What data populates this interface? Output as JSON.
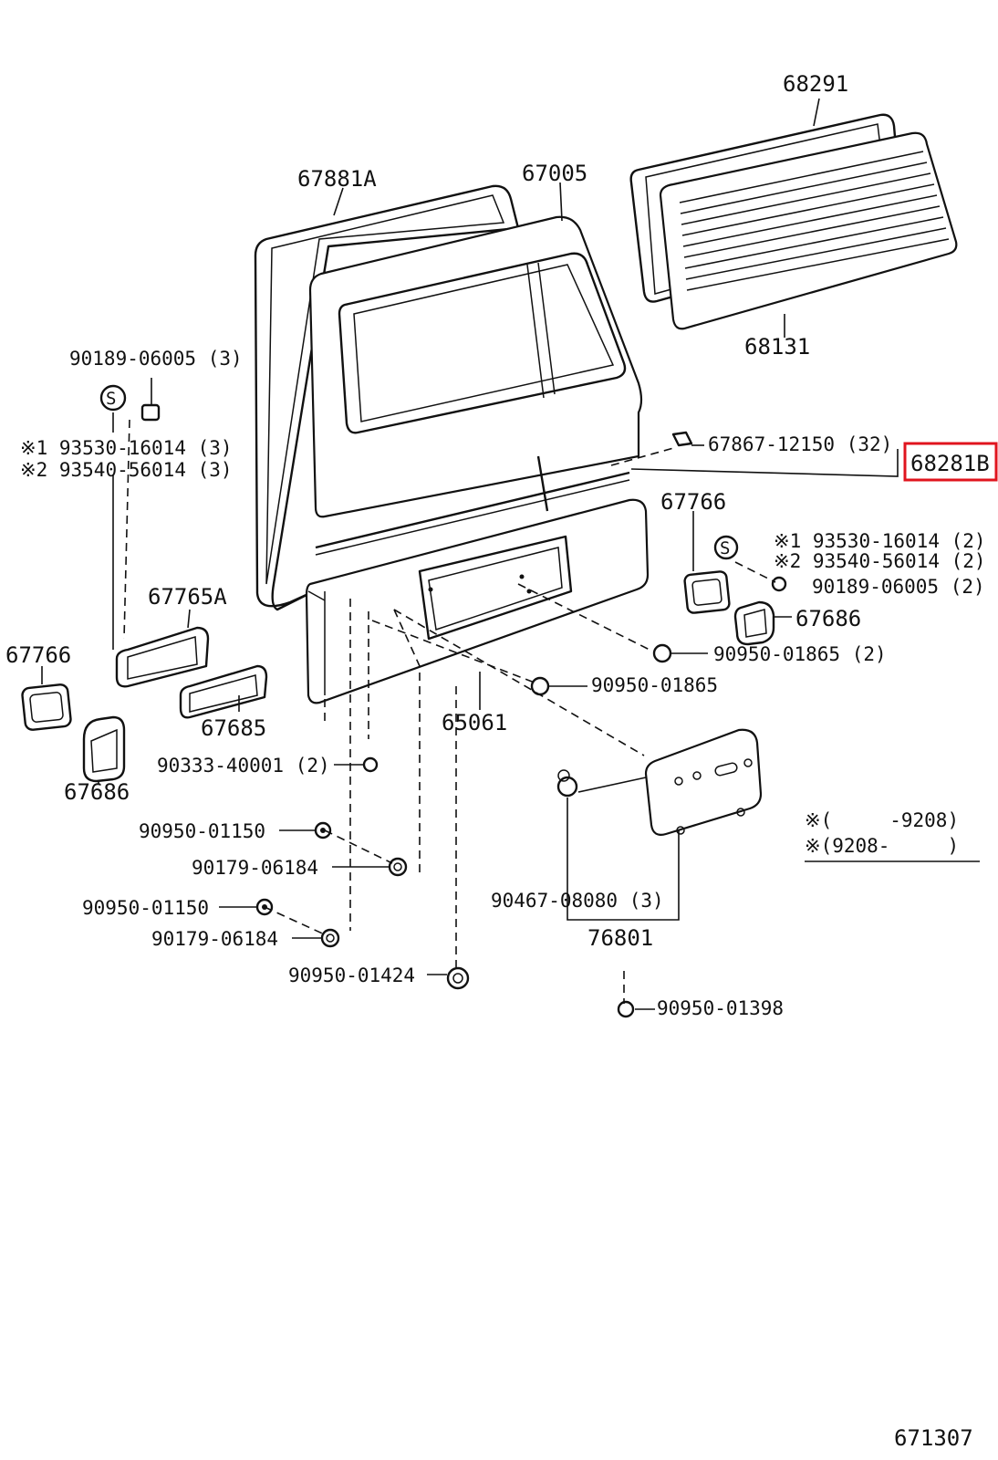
{
  "labels": {
    "p68291": "68291",
    "p67881A": "67881A",
    "p67005": "67005",
    "p68131": "68131",
    "p90189_06005_3": "90189-06005 (3)",
    "s_mark": "S",
    "p93530_16014_3": "※1 93530-16014 (3)",
    "p93540_56014_3": "※2 93540-56014 (3)",
    "p67867_12150": "67867-12150 (32)",
    "p68281B": "68281B",
    "p67766_right": "67766",
    "p93530_16014_2": "※1 93530-16014 (2)",
    "p93540_56014_2": "※2 93540-56014 (2)",
    "p90189_06005_2": "90189-06005 (2)",
    "p67686_right": "67686",
    "p67765A": "67765A",
    "p67766_left": "67766",
    "p67685": "67685",
    "p90950_01865_2": "90950-01865 (2)",
    "p90950_01865": "90950-01865",
    "p65061": "65061",
    "p67686_left": "67686",
    "p90333_40001": "90333-40001 (2)",
    "p90950_01150_a": "90950-01150",
    "p90179_06184_a": "90179-06184",
    "p90950_01150_b": "90950-01150",
    "p90179_06184_b": "90179-06184",
    "p90950_01424": "90950-01424",
    "p90467_08080": "90467-08080 (3)",
    "p76801": "76801",
    "p90950_01398": "90950-01398",
    "legend_line1": "※(　　　-9208)",
    "legend_line2": "※(9208-　　　)",
    "diagram_code": "671307"
  },
  "highlight_color": "#e0141e"
}
